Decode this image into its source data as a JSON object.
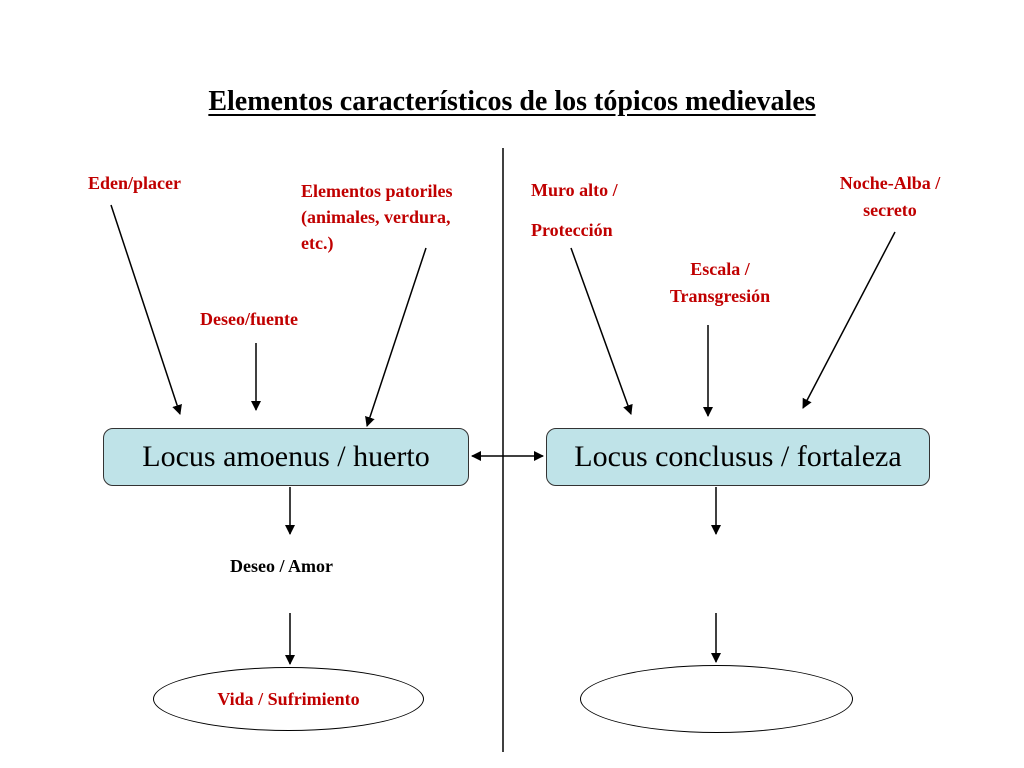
{
  "title": "Elementos característicos de los tópicos medievales",
  "left": {
    "eden": "Eden/placer",
    "deseo_fuente": "Deseo/fuente",
    "elementos": [
      "Elementos patoriles",
      "(animales, verdura,",
      "etc.)"
    ],
    "box": "Locus amoenus / huerto",
    "deseo_amor": "Deseo / Amor",
    "oval": "Vida / Sufrimiento"
  },
  "right": {
    "muro": [
      "Muro alto /",
      "Protección"
    ],
    "escala": [
      "Escala /",
      "Transgresión"
    ],
    "noche": [
      "Noche-Alba /",
      "secreto"
    ],
    "box": "Locus conclusus / fortaleza",
    "oval": ""
  },
  "colors": {
    "label": "#c00000",
    "box_fill": "#bfe3e8"
  }
}
